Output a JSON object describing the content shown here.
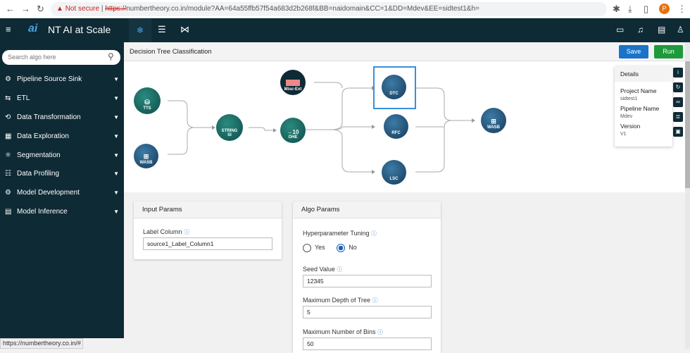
{
  "browser": {
    "not_secure": "Not secure",
    "url_scheme": "https://",
    "url_rest": "numbertheory.co.in/module?AA=64a55ffb57f54a683d2b268f&BB=naidomain&CC=1&DD=Mdev&EE=sidtest1&h=",
    "avatar_letter": "P"
  },
  "app": {
    "title": "NT AI at Scale"
  },
  "sidebar": {
    "search_placeholder": "Search algo here",
    "items": [
      {
        "label": "Pipeline Source Sink",
        "icon": "⚙"
      },
      {
        "label": "ETL",
        "icon": "⇆"
      },
      {
        "label": "Data Transformation",
        "icon": "⟲"
      },
      {
        "label": "Data Exploration",
        "icon": "▦"
      },
      {
        "label": "Segmentation",
        "icon": "⚛"
      },
      {
        "label": "Data Profiling",
        "icon": "☷"
      },
      {
        "label": "Model Development",
        "icon": "⚙"
      },
      {
        "label": "Model Inference",
        "icon": "▤"
      }
    ]
  },
  "page": {
    "title": "Decision Tree Classification",
    "save": "Save",
    "run": "Run",
    "colors": {
      "save": "#1a73c8",
      "run": "#1e9a3a",
      "selected": "#3b8fd9"
    }
  },
  "nodes": {
    "tts": "TTS",
    "wasb_in": "WASB",
    "si": "SI",
    "si_text": "STRING",
    "mlsi": "Misc-Ext",
    "ohe": "OHE",
    "ohe_text": "→10",
    "dtc": "DTC",
    "rfc": "RFC",
    "lsc": "LSC",
    "wasb_out": "WASB"
  },
  "details": {
    "title": "Details",
    "project_label": "Project Name",
    "project": "sidtest1",
    "pipeline_label": "Pipeline Name",
    "pipeline": "Mdev",
    "version_label": "Version",
    "version": "V1"
  },
  "input_params": {
    "title": "Input Params",
    "label_column_label": "Label Column",
    "label_column": "source1_Label_Column1"
  },
  "algo_params": {
    "title": "Algo Params",
    "hyper_label": "Hyperparameter Tuning",
    "yes": "Yes",
    "no": "No",
    "hyper_selected": "No",
    "seed_label": "Seed Value",
    "seed": "12345",
    "depth_label": "Maximum Depth of Tree",
    "depth": "5",
    "bins_label": "Maximum Number of Bins",
    "bins": "50"
  },
  "status_url": "https://numbertheory.co.in/#"
}
